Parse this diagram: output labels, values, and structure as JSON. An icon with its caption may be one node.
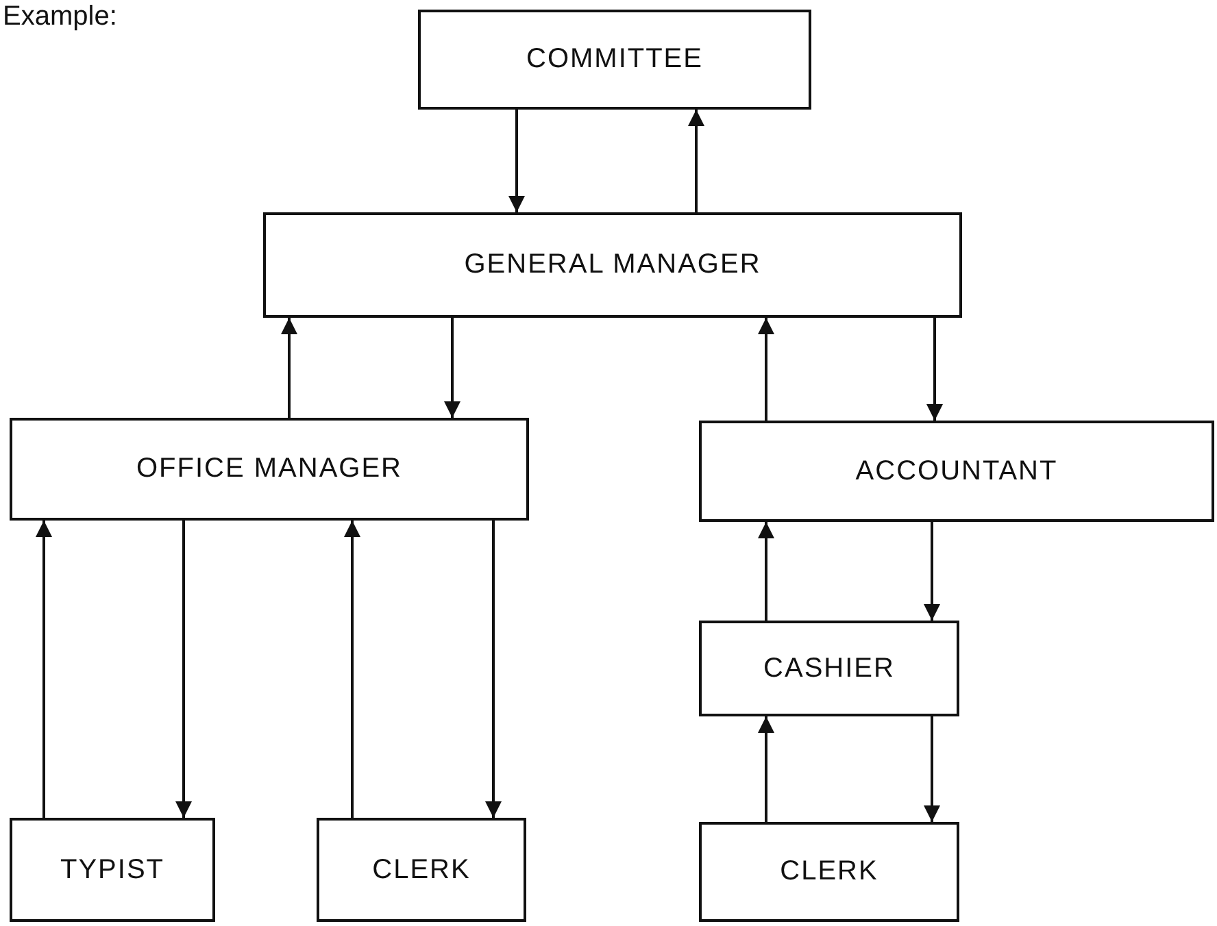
{
  "diagram": {
    "nodes": [
      {
        "text": [
          "COMMITTEE"
        ]
      },
      {
        "text": [
          "GENERAL MANAGER"
        ]
      },
      {
        "text": [
          "OFFICE MANAGER"
        ]
      },
      {
        "text": [
          "ACCOUNTANT"
        ]
      },
      {
        "text": [
          "CASHIER"
        ]
      },
      {
        "text": [
          "TYPIST"
        ]
      },
      {
        "text": [
          "CLERK"
        ]
      },
      {
        "text": [
          "CLERK"
        ]
      }
    ],
    "edges": [
      {
        "from": 0,
        "to": 1,
        "arrow": "to"
      },
      {
        "from": 1,
        "to": 0,
        "arrow": "to"
      },
      {
        "from": 2,
        "to": 1,
        "arrow": "to"
      },
      {
        "from": 1,
        "to": 2,
        "arrow": "to"
      },
      {
        "from": 3,
        "to": 1,
        "arrow": "to"
      },
      {
        "from": 1,
        "to": 3,
        "arrow": "to"
      },
      {
        "from": 5,
        "to": 2,
        "arrow": "to"
      },
      {
        "from": 2,
        "to": 5,
        "arrow": "to"
      },
      {
        "from": 6,
        "to": 2,
        "arrow": "to"
      },
      {
        "from": 2,
        "to": 6,
        "arrow": "to"
      },
      {
        "from": 4,
        "to": 3,
        "arrow": "to"
      },
      {
        "from": 3,
        "to": 4,
        "arrow": "to"
      },
      {
        "from": 7,
        "to": 4,
        "arrow": "to"
      },
      {
        "from": 4,
        "to": 7,
        "arrow": "to"
      }
    ],
    "labels": [
      "Example:"
    ]
  }
}
